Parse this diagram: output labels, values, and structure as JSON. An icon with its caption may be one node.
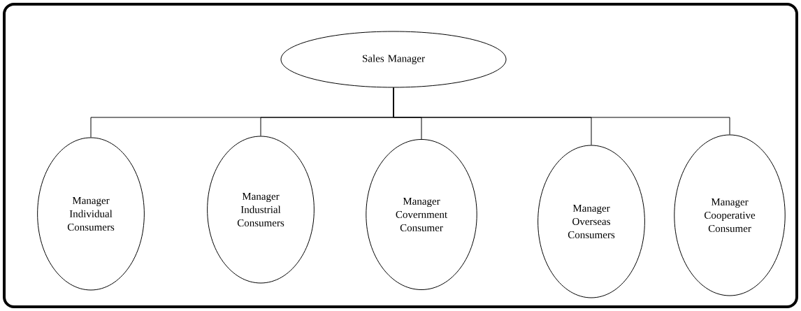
{
  "diagram": {
    "nodes": [
      {
        "text": [
          "Sales Manager"
        ]
      },
      {
        "text": [
          "Manager Individual Consumers"
        ]
      },
      {
        "text": [
          "Manager Industrial Consumers"
        ]
      },
      {
        "text": [
          "Manager Covernment Consumer"
        ]
      },
      {
        "text": [
          "Manager Overseas Consumers"
        ]
      },
      {
        "text": [
          "Manager Cooperative Consumer"
        ]
      }
    ],
    "edges": [
      {
        "from": 0,
        "to": 1,
        "arrow": "none"
      },
      {
        "from": 0,
        "to": 2,
        "arrow": "none"
      },
      {
        "from": 0,
        "to": 3,
        "arrow": "none"
      },
      {
        "from": 0,
        "to": 4,
        "arrow": "none"
      },
      {
        "from": 0,
        "to": 5,
        "arrow": "none"
      }
    ]
  }
}
